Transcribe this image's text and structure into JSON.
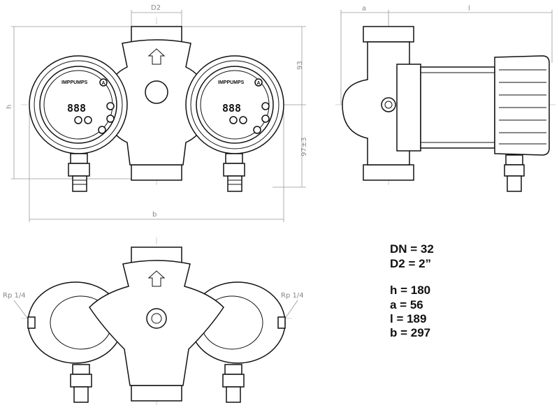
{
  "dimensions": {
    "d2": "D2",
    "h": "h",
    "h_upper": "93",
    "h_lower": "97±3",
    "b": "b",
    "a": "a",
    "l": "l",
    "rp_left": "Rp 1/4",
    "rp_right": "Rp 1/4"
  },
  "panel": {
    "brand_left": "IMPPUMPS",
    "brand_right": "IMPPUMPS",
    "display_left": "888",
    "display_right": "888",
    "mode_button_left": "A",
    "mode_button_right": "A"
  },
  "specs": {
    "dn": "DN = 32",
    "d2": "D2 = 2”",
    "h": "h = 180",
    "a": "a = 56",
    "l": "l = 189",
    "b": "b = 297"
  }
}
